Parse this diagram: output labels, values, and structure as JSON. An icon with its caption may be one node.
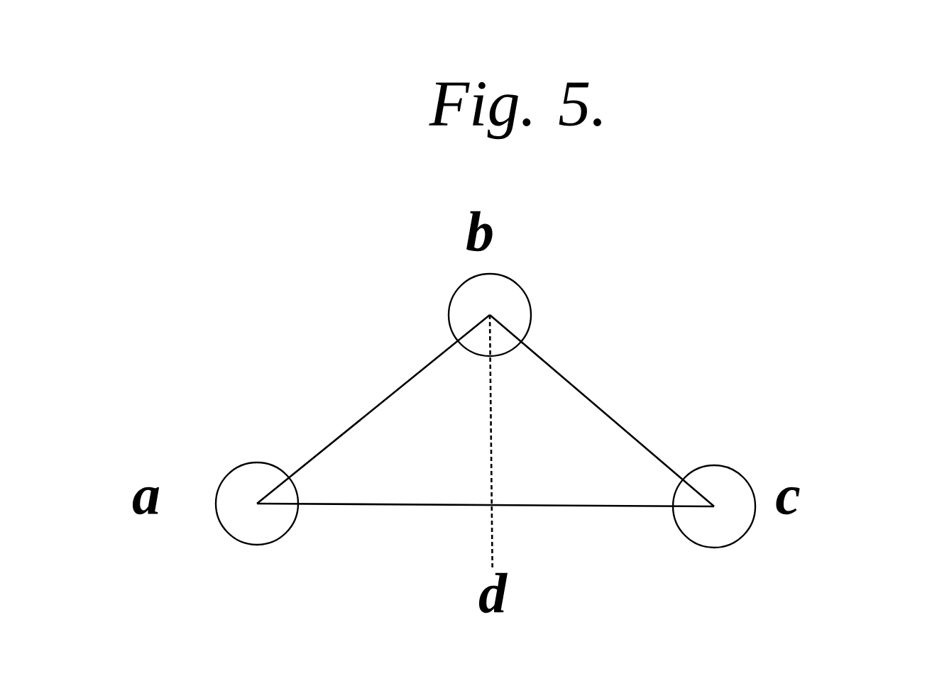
{
  "diagram": {
    "title": "Fig. 5.",
    "nodes": [
      {
        "text": [],
        "shape": "circle",
        "beside": [
          "a"
        ]
      },
      {
        "text": [],
        "shape": "circle",
        "beside": [
          "b"
        ]
      },
      {
        "text": [],
        "shape": "circle",
        "beside": [
          "c"
        ]
      },
      {
        "text": [
          "d"
        ]
      }
    ],
    "edges": [
      {
        "from": 0,
        "to": 1,
        "arrow": "none"
      },
      {
        "from": 1,
        "to": 2,
        "arrow": "none"
      },
      {
        "from": 0,
        "to": 2,
        "arrow": "none"
      },
      {
        "from": 1,
        "to": 3,
        "arrow": "none",
        "style": "dashed"
      }
    ]
  }
}
